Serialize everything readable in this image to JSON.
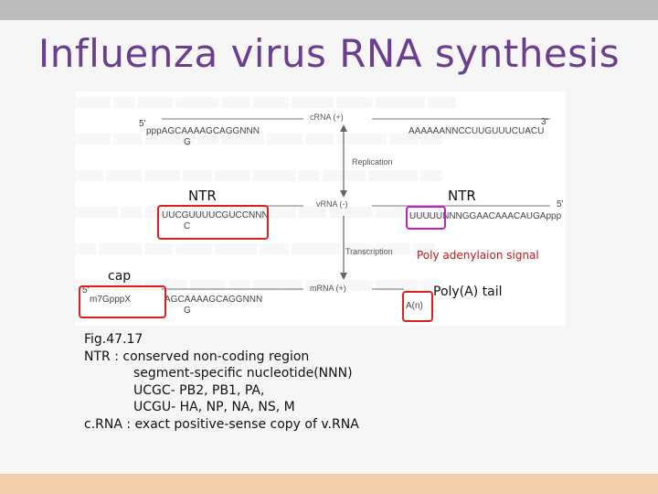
{
  "title": "Influenza virus RNA synthesis",
  "figure": {
    "crna_label": "cRNA (+)",
    "vrna_label": "vRNA (-)",
    "mrna_label": "mRNA (+)",
    "replication_label": "Replication",
    "transcription_label": "Transcription",
    "crna_5prime": "5'",
    "crna_5seq": "pppAGCAAAAGCAGGNNN",
    "crna_5g": "G",
    "crna_3seq": "AAAAAANNCCUUGUUUCUACU",
    "crna_3prime": "3'",
    "vrna_3seq": "UUCGUUUUCGUCCNNN",
    "vrna_3c": "C",
    "vrna_5seq": "UUUUUNNNGGAACAAACAUGAppp",
    "vrna_5prime": "5'",
    "mrna_cap": "m7GpppX",
    "mrna_seq": "AGCAAAAGCAGGNNN",
    "mrna_tail": "A(n)",
    "mrna_g": "G",
    "mrna_prime": "5'"
  },
  "annotations": {
    "ntr_left": "NTR",
    "ntr_right": "NTR",
    "poly_adenylation": "Poly adenylaion signal",
    "cap": "cap",
    "poly_a_tail": "Poly(A) tail"
  },
  "caption": {
    "line1": "Fig.47.17",
    "line2": "NTR : conserved non-coding region",
    "line3": "segment-specific nucleotide(NNN)",
    "line4": "UCGC- PB2, PB1, PA,",
    "line5": "UCGU- HA, NP, NA, NS, M",
    "line6": "c.RNA : exact positive-sense copy of  v.RNA"
  },
  "colors": {
    "title": "#6b3e90",
    "annotation_red": "#c0181a",
    "box_red": "#e11e1e",
    "box_purple": "#c21ec9",
    "top_bar": "#bcbcbc",
    "bottom_bar": "#f1cfa9"
  }
}
